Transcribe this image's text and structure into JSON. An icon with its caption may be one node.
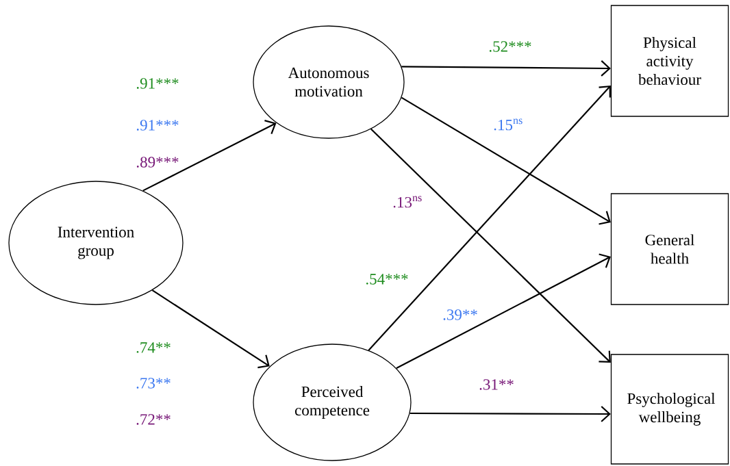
{
  "diagram": {
    "nodes": [
      {
        "text": [
          "Intervention group"
        ]
      },
      {
        "text": [
          "Autonomous motivation"
        ]
      },
      {
        "text": [
          "Perceived competence"
        ]
      },
      {
        "text": [
          "Physical activity behaviour"
        ]
      },
      {
        "text": [
          "General health"
        ]
      },
      {
        "text": [
          "Psychological wellbeing"
        ]
      }
    ],
    "edges": [
      {
        "from": 0,
        "to": 1,
        "arrow": "to"
      },
      {
        "from": 0,
        "to": 2,
        "arrow": "to"
      },
      {
        "from": 1,
        "to": 3,
        "arrow": "to",
        "label": ".52***"
      },
      {
        "from": 1,
        "to": 4,
        "arrow": "to",
        "label": ".15$^{ns}$"
      },
      {
        "from": 1,
        "to": 5,
        "arrow": "to",
        "label": ".13$^{ns}$"
      },
      {
        "from": 2,
        "to": 3,
        "arrow": "to",
        "label": ".54***"
      },
      {
        "from": 2,
        "to": 4,
        "arrow": "to",
        "label": ".39**"
      },
      {
        "from": 2,
        "to": 5,
        "arrow": "to",
        "label": ".31**"
      }
    ],
    "labels": [
      ".91***",
      ".91***",
      ".89***",
      ".74**",
      ".73**",
      ".72**"
    ]
  }
}
